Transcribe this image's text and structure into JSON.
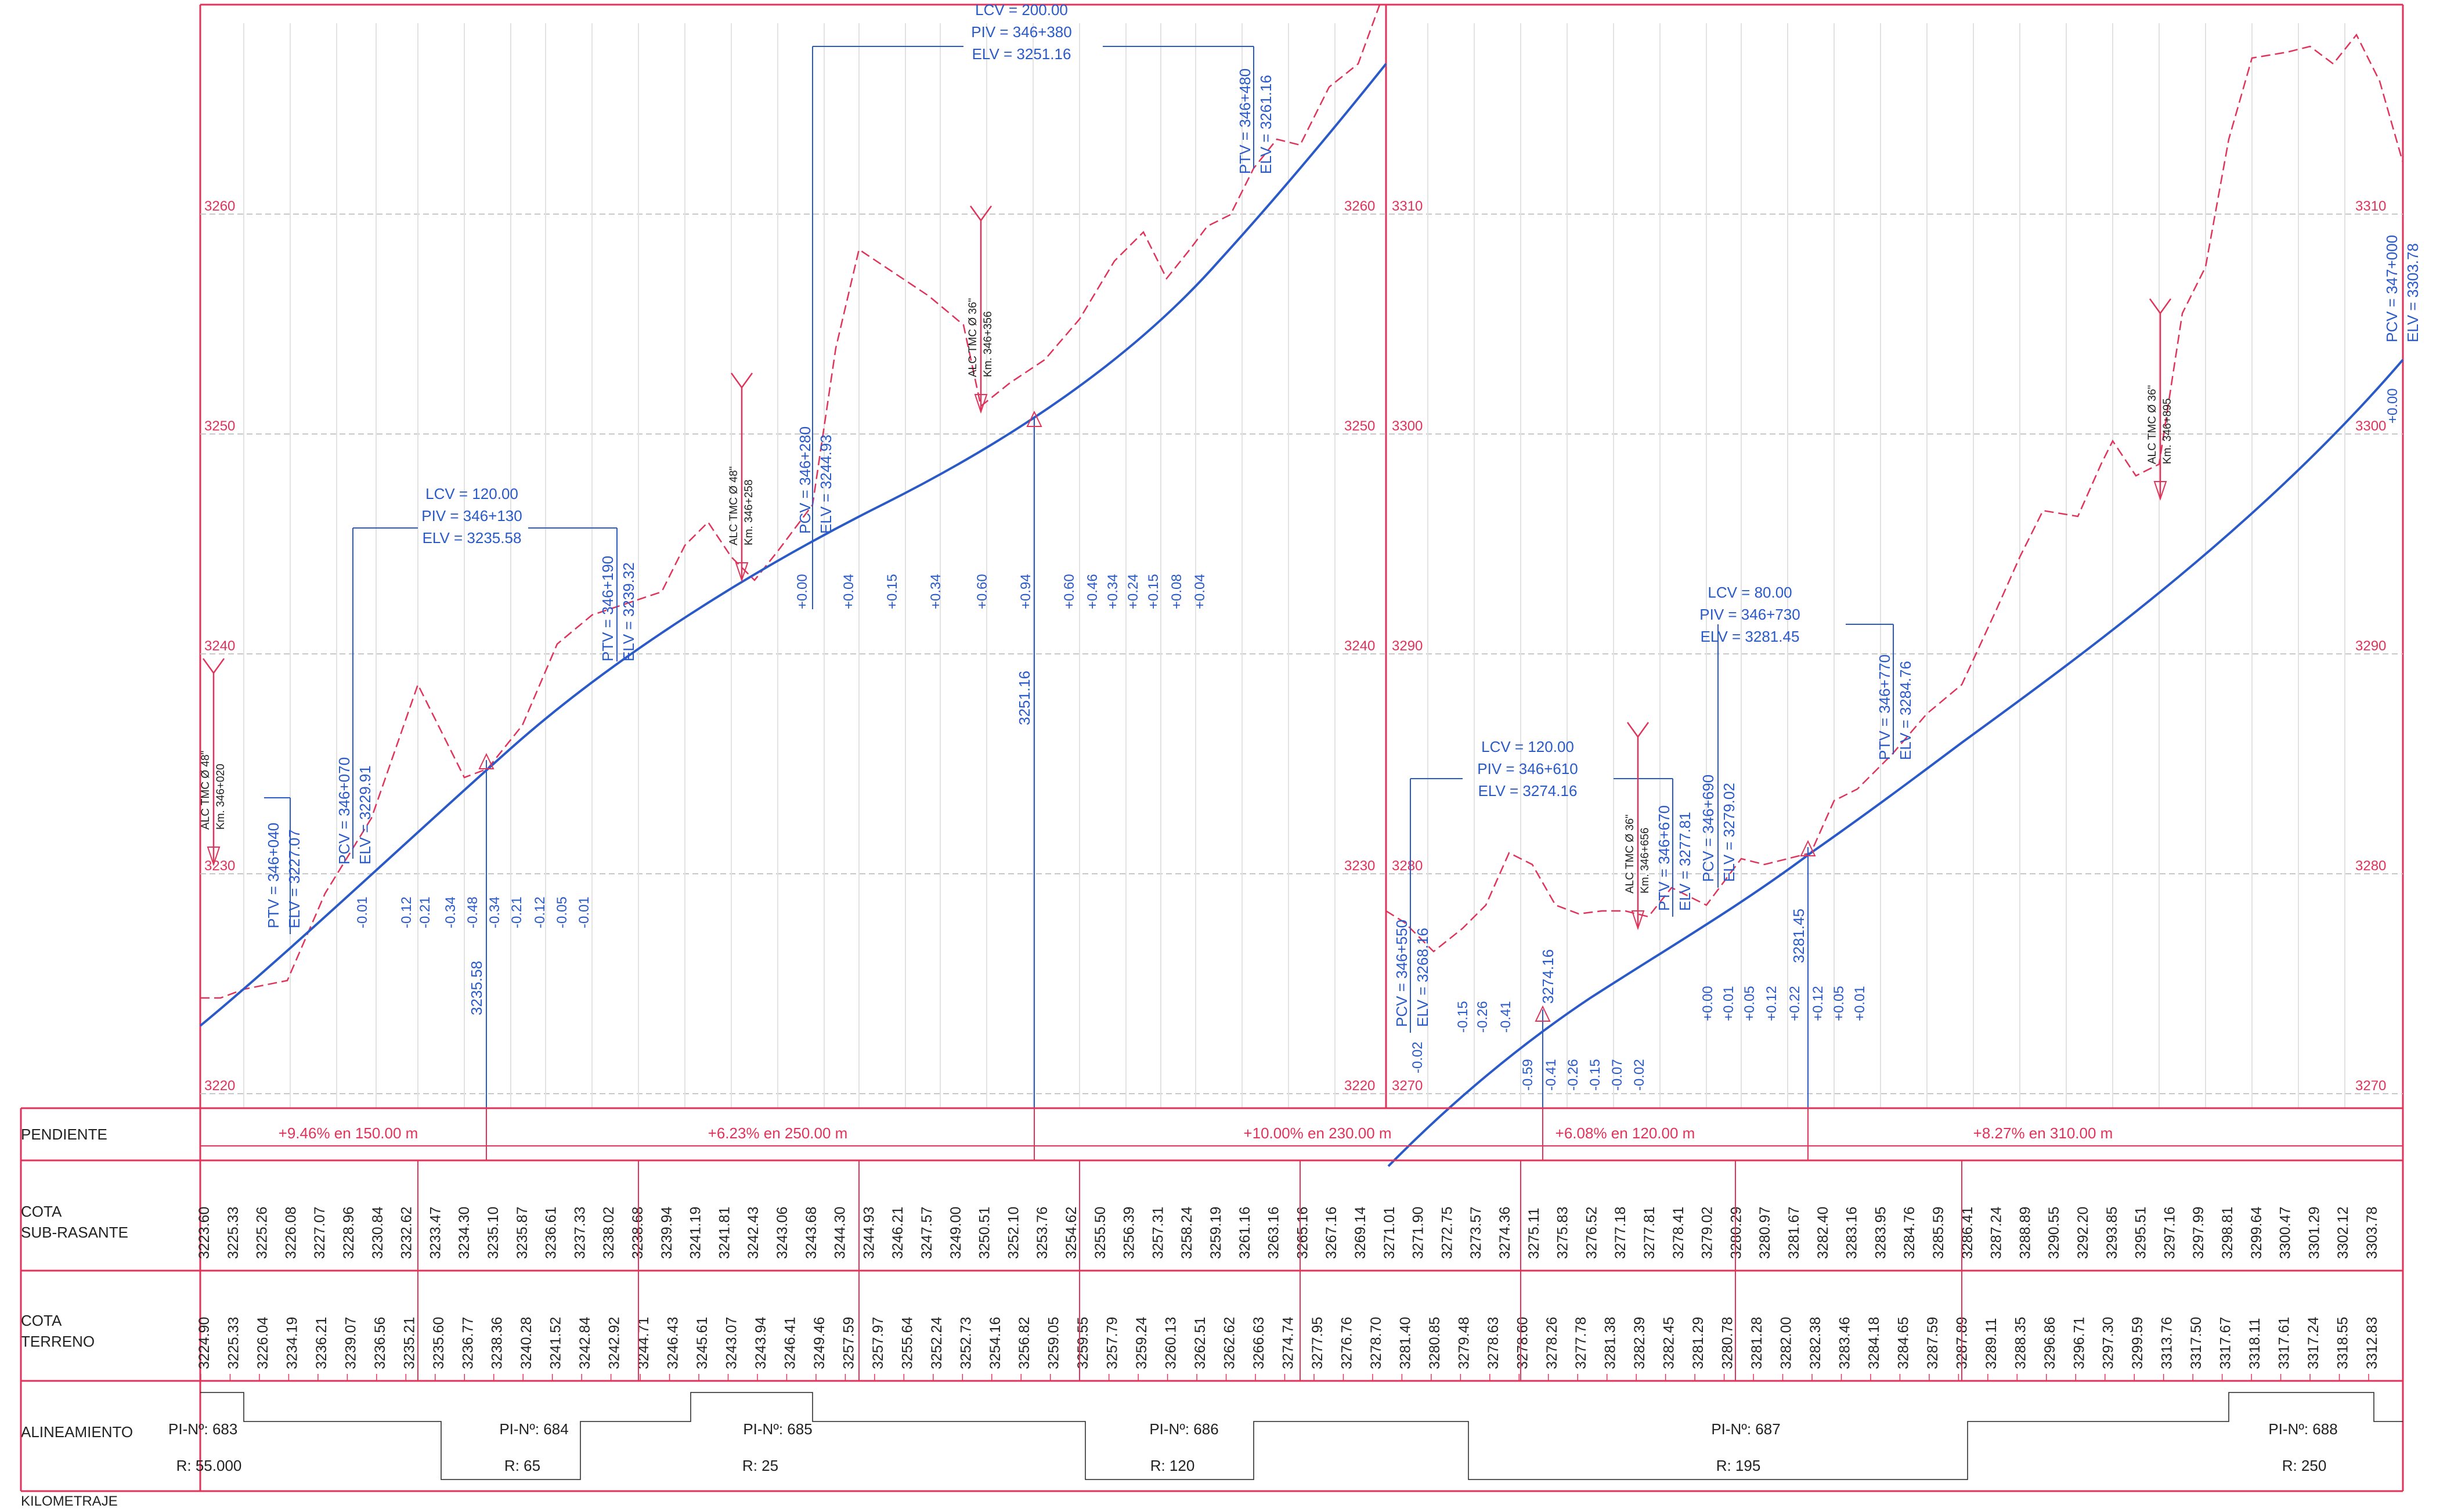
{
  "frame": {
    "bottom_label": "KILOMETRAJE"
  },
  "row_headers": {
    "pendiente": "PENDIENTE",
    "cota_sub": [
      "COTA",
      "SUB-RASANTE"
    ],
    "cota_terreno": [
      "COTA",
      "TERRENO"
    ],
    "alineamiento": "ALINEAMIENTO"
  },
  "elevation_ticks": {
    "left": [
      "3260",
      "3250",
      "3240",
      "3230",
      "3220"
    ],
    "mid_left": [
      "3260",
      "3250",
      "3240",
      "3230",
      "3220"
    ],
    "mid_right": [
      "3310",
      "3300",
      "3290",
      "3280",
      "3270"
    ],
    "right": [
      "3310",
      "3300",
      "3290",
      "3280",
      "3270"
    ]
  },
  "curves": [
    {
      "lcv": "LCV = 200.00",
      "piv": "PIV = 346+380",
      "elv": "ELV = 3251.16",
      "pcv": "PCV = 346+280",
      "pcv_elv": "ELV = 3244.93",
      "ptv": "PTV = 346+480",
      "ptv_elv": "ELV = 3261.16",
      "vertical_label": "3251.16",
      "ordinates": [
        "+0.00",
        "+0.04",
        "+0.15",
        "+0.34",
        "+0.60",
        "+0.94",
        "+0.60",
        "+0.46",
        "+0.34",
        "+0.24",
        "+0.15",
        "+0.08",
        "+0.04"
      ]
    },
    {
      "lcv": "LCV = 120.00",
      "piv": "PIV = 346+130",
      "elv": "ELV = 3235.58",
      "pcv": "PCV = 346+070",
      "pcv_elv": "ELV = 3229.91",
      "ptv": "PTV = 346+190",
      "ptv_elv": "ELV = 3239.32",
      "vertical_label": "3235.58",
      "ordinates": [
        "-0.01",
        "-0.12",
        "-0.21",
        "-0.34",
        "-0.48",
        "-0.34",
        "-0.21",
        "-0.12",
        "-0.05",
        "-0.01"
      ]
    },
    {
      "lcv": "LCV = 120.00",
      "piv": "PIV = 346+610",
      "elv": "ELV = 3274.16",
      "pcv": "PCV = 346+550",
      "pcv_elv": "ELV = 3268.16",
      "ptv": "PTV = 346+670",
      "ptv_elv": "ELV = 3277.81",
      "vertical_label": "3274.16",
      "ordinates": [
        "-0.02",
        "-0.15",
        "-0.26",
        "-0.41",
        "-0.59",
        "-0.41",
        "-0.26",
        "-0.15",
        "-0.07",
        "-0.02"
      ]
    },
    {
      "lcv": "LCV = 80.00",
      "piv": "PIV = 346+730",
      "elv": "ELV = 3281.45",
      "pcv": "PCV = 346+690",
      "pcv_elv": "ELV = 3279.02",
      "ptv": "PTV = 346+770",
      "ptv_elv": "ELV = 3284.76",
      "vertical_label": "3281.45",
      "ordinates": [
        "+0.00",
        "+0.01",
        "+0.05",
        "+0.12",
        "+0.22",
        "+0.12",
        "+0.05",
        "+0.01"
      ]
    }
  ],
  "tangent_labels": {
    "ptv_040": "PTV = 346+040",
    "ptv_040_elv": "ELV = 3227.07",
    "pcv_000": "PCV = 347+000",
    "pcv_000_elv": "ELV = 3303.78",
    "pcv_000_ord": "+0.00"
  },
  "culverts": [
    {
      "title": "ALC TMC Ø 48\"",
      "km": "Km. 346+020"
    },
    {
      "title": "ALC TMC Ø 48\"",
      "km": "Km. 346+258"
    },
    {
      "title": "ALC TMC Ø 36\"",
      "km": "Km. 346+356"
    },
    {
      "title": "ALC TMC Ø 36\"",
      "km": "Km. 346+656"
    },
    {
      "title": "ALC TMC Ø 36\"",
      "km": "Km. 346+895"
    }
  ],
  "slopes": [
    "+9.46% en 150.00 m",
    "+6.23% en 250.00 m",
    "+10.00% en 230.00 m",
    "+6.08% en 120.00 m",
    "+8.27% en 310.00 m"
  ],
  "cota_sub_rasante": [
    "3223.60",
    "3225.33",
    "3225.26",
    "3226.08",
    "3227.07",
    "3228.96",
    "3230.84",
    "3232.62",
    "3233.47",
    "3234.30",
    "3235.10",
    "3235.87",
    "3236.61",
    "3237.33",
    "3238.02",
    "3238.68",
    "3239.94",
    "3241.19",
    "3241.81",
    "3242.43",
    "3243.06",
    "3243.68",
    "3244.30",
    "3244.93",
    "3246.21",
    "3247.57",
    "3249.00",
    "3250.51",
    "3252.10",
    "3253.76",
    "3254.62",
    "3255.50",
    "3256.39",
    "3257.31",
    "3258.24",
    "3259.19",
    "3261.16",
    "3263.16",
    "3265.16",
    "3267.16",
    "3269.14",
    "3271.01",
    "3271.90",
    "3272.75",
    "3273.57",
    "3274.36",
    "3275.11",
    "3275.83",
    "3276.52",
    "3277.18",
    "3277.81",
    "3278.41",
    "3279.02",
    "3280.29",
    "3280.97",
    "3281.67",
    "3282.40",
    "3283.16",
    "3283.95",
    "3284.76",
    "3285.59",
    "3286.41",
    "3287.24",
    "3288.89",
    "3290.55",
    "3292.20",
    "3293.85",
    "3295.51",
    "3297.16",
    "3297.99",
    "3298.81",
    "3299.64",
    "3300.47",
    "3301.29",
    "3302.12",
    "3303.78"
  ],
  "cota_terreno": [
    "3224.90",
    "3225.33",
    "3226.04",
    "3234.19",
    "3236.21",
    "3239.07",
    "3236.56",
    "3235.21",
    "3235.60",
    "3236.77",
    "3238.36",
    "3240.28",
    "3241.52",
    "3242.84",
    "3242.92",
    "3244.71",
    "3246.43",
    "3245.61",
    "3243.07",
    "3243.94",
    "3246.41",
    "3249.46",
    "3257.59",
    "3257.97",
    "3255.64",
    "3252.24",
    "3252.73",
    "3254.16",
    "3256.82",
    "3259.05",
    "3259.55",
    "3257.79",
    "3259.24",
    "3260.13",
    "3262.51",
    "3262.62",
    "3266.63",
    "3274.74",
    "3277.95",
    "3276.76",
    "3278.70",
    "3281.40",
    "3280.85",
    "3279.48",
    "3278.63",
    "3278.60",
    "3278.26",
    "3277.78",
    "3281.38",
    "3282.39",
    "3282.45",
    "3281.29",
    "3280.78",
    "3281.28",
    "3282.00",
    "3282.38",
    "3283.46",
    "3284.18",
    "3284.65",
    "3287.59",
    "3287.89",
    "3289.11",
    "3288.35",
    "3296.86",
    "3296.71",
    "3297.30",
    "3299.59",
    "3313.76",
    "3317.50",
    "3317.67",
    "3318.11",
    "3317.61",
    "3317.24",
    "3318.55",
    "3312.83"
  ],
  "alineamiento": [
    {
      "pi": "PI-Nº: 683",
      "r": "R: 55.000"
    },
    {
      "pi": "PI-Nº: 684",
      "r": "R: 65"
    },
    {
      "pi": "PI-Nº: 685",
      "r": "R: 25"
    },
    {
      "pi": "PI-Nº: 686",
      "r": "R: 120"
    },
    {
      "pi": "PI-Nº: 687",
      "r": "R: 195"
    },
    {
      "pi": "PI-Nº: 688",
      "r": "R: 250"
    }
  ],
  "colors": {
    "red": "#e0335a",
    "blue": "#2a59c8",
    "grid": "#c8c8c8",
    "ink": "#222222"
  }
}
